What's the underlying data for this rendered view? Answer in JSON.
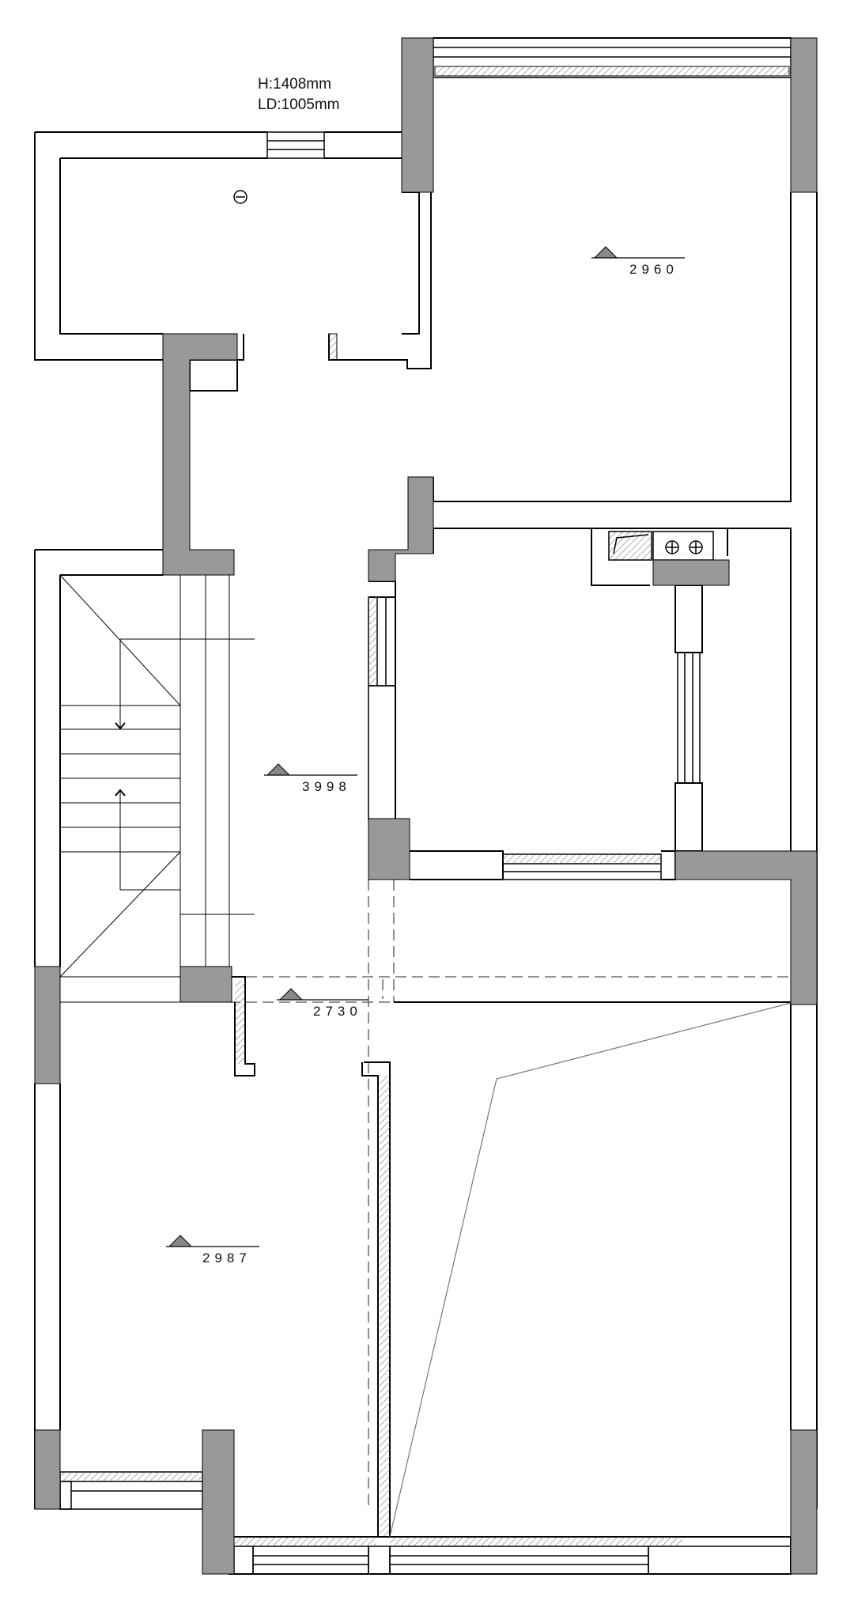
{
  "window_note": {
    "height": "H:1408mm",
    "sill": "LD:1005mm"
  },
  "elevations": [
    {
      "id": "master-room",
      "value": "2960"
    },
    {
      "id": "stair-hall",
      "value": "3998"
    },
    {
      "id": "corridor",
      "value": "2730"
    },
    {
      "id": "bedroom-left",
      "value": "2987"
    }
  ],
  "colors": {
    "wall_fill": "#999999",
    "line": "#000000",
    "hatch": "#777777",
    "background": "#ffffff"
  },
  "icons": [
    "stair-arrow-down-icon",
    "stair-arrow-up-icon",
    "elevation-marker-icon",
    "socket-icon",
    "drain-icon"
  ]
}
